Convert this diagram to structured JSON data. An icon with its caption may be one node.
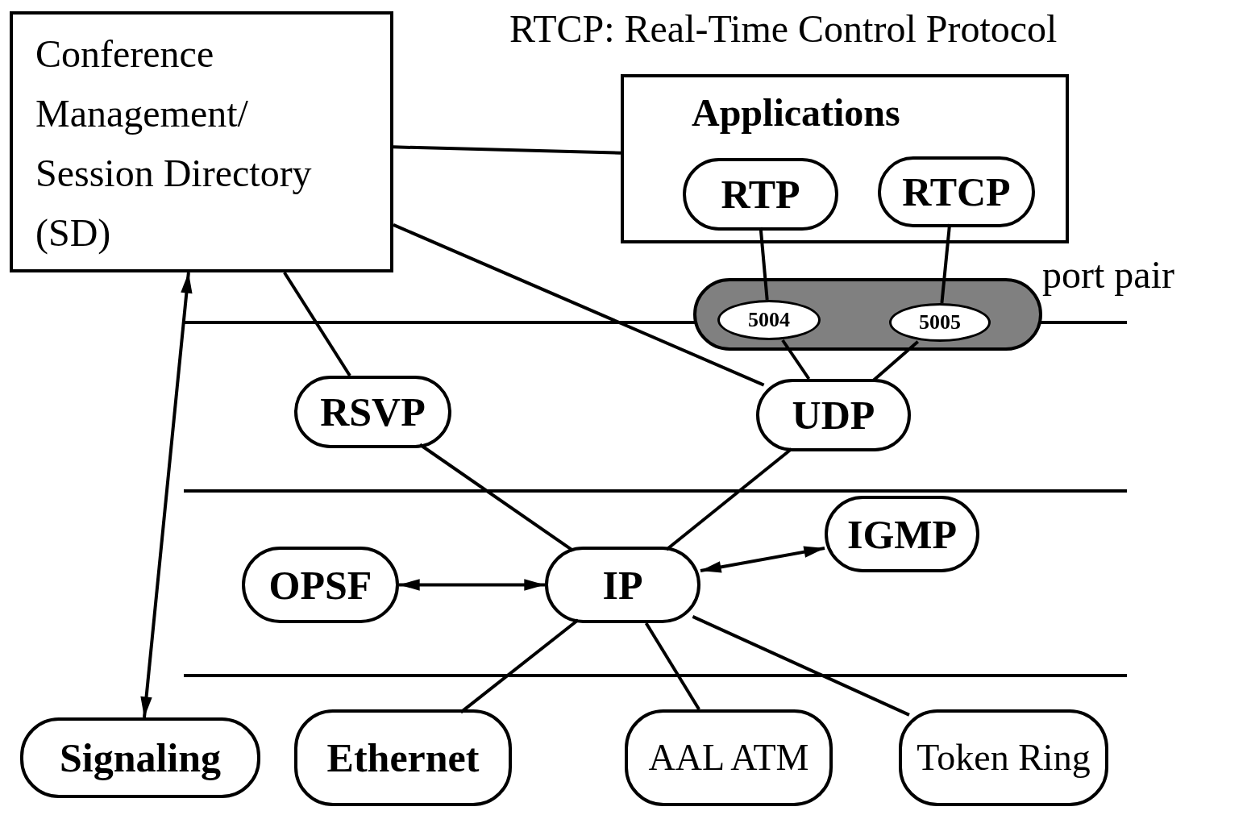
{
  "diagram": {
    "nodes": [
      {
        "text": [
          "Conference Management/ Session Directory (SD)"
        ]
      },
      {
        "text": [
          "Applications"
        ]
      },
      {
        "text": [
          "RTP"
        ],
        "in": 1
      },
      {
        "text": [
          "RTCP"
        ],
        "in": 1
      },
      {
        "text": [
          "port pair"
        ]
      },
      {
        "text": [
          "5004"
        ],
        "in": 4
      },
      {
        "text": [
          "5005"
        ],
        "in": 4
      },
      {
        "text": [
          "RSVP"
        ]
      },
      {
        "text": [
          "UDP"
        ]
      },
      {
        "text": [
          "OPSF"
        ]
      },
      {
        "text": [
          "IP"
        ]
      },
      {
        "text": [
          "IGMP"
        ]
      },
      {
        "text": [
          "Signaling"
        ]
      },
      {
        "text": [
          "Ethernet"
        ]
      },
      {
        "text": [
          "AAL ATM"
        ]
      },
      {
        "text": [
          "Token Ring"
        ]
      }
    ],
    "edges": [
      {
        "from": 0,
        "to": 1,
        "arrow": "none"
      },
      {
        "from": 2,
        "to": 5,
        "arrow": "none"
      },
      {
        "from": 3,
        "to": 6,
        "arrow": "none"
      },
      {
        "from": 0,
        "to": 7,
        "arrow": "none"
      },
      {
        "from": 0,
        "to": 8,
        "arrow": "none"
      },
      {
        "from": 5,
        "to": 8,
        "arrow": "none"
      },
      {
        "from": 6,
        "to": 8,
        "arrow": "none"
      },
      {
        "from": 7,
        "to": 10,
        "arrow": "none"
      },
      {
        "from": 8,
        "to": 10,
        "arrow": "none"
      },
      {
        "from": 9,
        "to": 10,
        "arrow": "both"
      },
      {
        "from": 10,
        "to": 11,
        "arrow": "both"
      },
      {
        "from": 0,
        "to": 12,
        "arrow": "both"
      },
      {
        "from": 10,
        "to": 13,
        "arrow": "none"
      },
      {
        "from": 10,
        "to": 14,
        "arrow": "none"
      },
      {
        "from": 10,
        "to": 15,
        "arrow": "none"
      }
    ],
    "labels": [
      "RTCP: Real-Time Control Protocol"
    ]
  }
}
